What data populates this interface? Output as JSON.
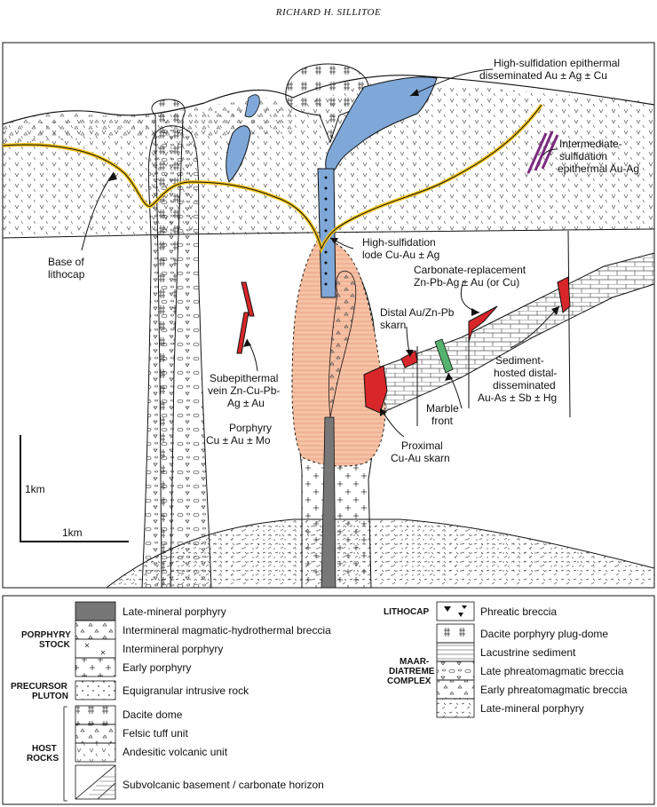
{
  "header": {
    "author": "RICHARD H. SILLITOE"
  },
  "diagram": {
    "labels": {
      "hs_epithermal": [
        "High-sulfidation epithermal",
        "disseminated Au ± Ag ± Cu"
      ],
      "is_epithermal": [
        "Intermediate-",
        "sulfidation",
        "epithermal Au-Ag"
      ],
      "base_lithocap": [
        "Base of",
        "lithocap"
      ],
      "hs_lode": [
        "High-sulfidation",
        "lode Cu-Au ± Ag"
      ],
      "carbonate_replacement": [
        "Carbonate-replacement",
        "Zn-Pb-Ag ± Au (or Cu)"
      ],
      "distal_skarn": [
        "Distal Au/Zn-Pb",
        "skarn"
      ],
      "subepithermal": [
        "Subepithermal",
        "vein Zn-Cu-Pb-",
        "Ag ± Au"
      ],
      "sediment_hosted": [
        "Sediment-",
        "hosted distal-",
        "disseminated",
        "Au-As ± Sb ± Hg"
      ],
      "marble_front": [
        "Marble",
        "front"
      ],
      "porphyry": [
        "Porphyry",
        "Cu ± Au ± Mo"
      ],
      "proximal_skarn": [
        "Proximal",
        "Cu-Au skarn"
      ]
    },
    "scale": {
      "vertical": "1km",
      "horizontal": "1km"
    }
  },
  "legend": {
    "groups": {
      "porphyry_stock": [
        "PORPHYRY",
        "STOCK"
      ],
      "precursor_pluton": [
        "PRECURSOR",
        "PLUTON"
      ],
      "host_rocks": [
        "HOST",
        "ROCKS"
      ],
      "lithocap": "LITHOCAP",
      "maar_diatreme": [
        "MAAR-",
        "DIATREME",
        "COMPLEX"
      ]
    },
    "left_items": [
      "Late-mineral porphyry",
      "Intermineral magmatic-hydrothermal breccia",
      "Intermineral porphyry",
      "Early porphyry",
      "Equigranular intrusive rock",
      "Dacite dome",
      "Felsic tuff unit",
      "Andesitic volcanic unit",
      "Subvolcanic basement / carbonate horizon"
    ],
    "right_items": [
      "Phreatic breccia",
      "Dacite porphyry plug-dome",
      "Lacustrine sediment",
      "Late phreatomagmatic breccia",
      "Early phreatomagmatic breccia",
      "Late-mineral porphyry"
    ]
  },
  "colors": {
    "lithocap_line": "#f2c21a",
    "hs_blue": "#7fa8d8",
    "ore_red": "#d8262a",
    "porphyry_peach": "#f6c2a6",
    "marble_green": "#55b26e",
    "vein_purple": "#7b2a7e",
    "late_porphyry": "#777777"
  }
}
